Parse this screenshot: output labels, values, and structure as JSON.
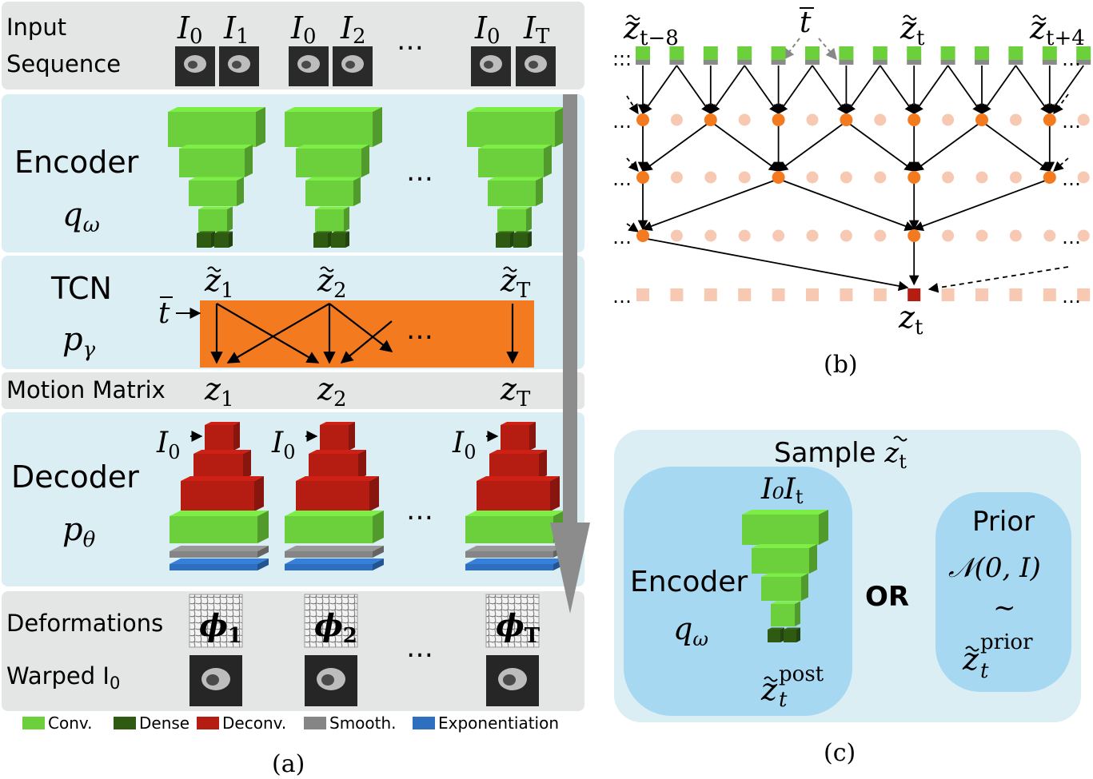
{
  "panel_a": {
    "input": {
      "label_line1": "Input",
      "label_line2": "Sequence",
      "pairs": [
        {
          "left": "I",
          "left_sub": "0",
          "right": "I",
          "right_sub": "1"
        },
        {
          "left": "I",
          "left_sub": "0",
          "right": "I",
          "right_sub": "2"
        },
        {
          "left": "I",
          "left_sub": "0",
          "right": "I",
          "right_sub": "T"
        }
      ],
      "ellipsis": "…"
    },
    "encoder": {
      "label": "Encoder",
      "symbol": "q",
      "symbol_sub": "ω",
      "ellipsis": "…"
    },
    "tcn": {
      "label": "TCN",
      "symbol": "p",
      "symbol_sub": "γ",
      "t_bar": "t",
      "z_tilde": [
        {
          "base": "z",
          "sub": "1"
        },
        {
          "base": "z",
          "sub": "2"
        },
        {
          "base": "z",
          "sub": "T"
        }
      ],
      "ellipsis": "…"
    },
    "motion": {
      "label": "Motion Matrix",
      "z": [
        {
          "base": "z",
          "sub": "1"
        },
        {
          "base": "z",
          "sub": "2"
        },
        {
          "base": "z",
          "sub": "T"
        }
      ]
    },
    "decoder": {
      "label": "Decoder",
      "symbol": "p",
      "symbol_sub": "θ",
      "inputs": [
        {
          "base": "I",
          "sub": "0"
        },
        {
          "base": "I",
          "sub": "0"
        },
        {
          "base": "I",
          "sub": "0"
        }
      ],
      "ellipsis": "…"
    },
    "deform": {
      "label": "Deformations",
      "warped_label": "Warped I",
      "warped_sub": "0",
      "phi": [
        {
          "base": "ϕ",
          "sub": "1"
        },
        {
          "base": "ϕ",
          "sub": "2"
        },
        {
          "base": "ϕ",
          "sub": "T"
        }
      ],
      "ellipsis": "…"
    },
    "legend": [
      {
        "label": "Conv.",
        "color": "#6ccf3c"
      },
      {
        "label": "Dense",
        "color": "#2e5a12"
      },
      {
        "label": "Deconv.",
        "color": "#b51c12"
      },
      {
        "label": "Smooth.",
        "color": "#858585"
      },
      {
        "label": "Exponentiation",
        "color": "#2f6fc0"
      }
    ],
    "caption": "(a)"
  },
  "panel_b": {
    "top_labels": [
      {
        "base": "z",
        "sub": "t−8"
      },
      {
        "base": "t",
        "sub": ""
      },
      {
        "base": "z",
        "sub": "t"
      },
      {
        "base": "z",
        "sub": "t+4"
      }
    ],
    "output": {
      "base": "z",
      "sub": "t"
    },
    "ellipsis": "…",
    "caption": "(b)"
  },
  "panel_c": {
    "title": "Sample",
    "title_symbol": {
      "base": "z",
      "sub": "t"
    },
    "encoder_label": "Encoder",
    "encoder_symbol": {
      "base": "q",
      "sub": "ω"
    },
    "inputs": "I₀I",
    "inputs_sub": "t",
    "post": {
      "base": "z",
      "sub": "t",
      "sup": "post"
    },
    "or": "OR",
    "prior_label": "Prior",
    "prior_dist": "𝒩(0, I)",
    "tilde": "∼",
    "prior": {
      "base": "z",
      "sub": "t",
      "sup": "prior"
    },
    "caption": "(c)"
  },
  "colors": {
    "conv": "#6ccf3c",
    "dense": "#2e5a12",
    "deconv": "#b51c12",
    "smooth": "#858585",
    "exp": "#2f6fc0",
    "tcn": "#f47a20",
    "panel_light": "#dbeef4",
    "panel_gray": "#e4e5e5",
    "node": "#f47a20",
    "node_faint": "#f7c9b3"
  }
}
